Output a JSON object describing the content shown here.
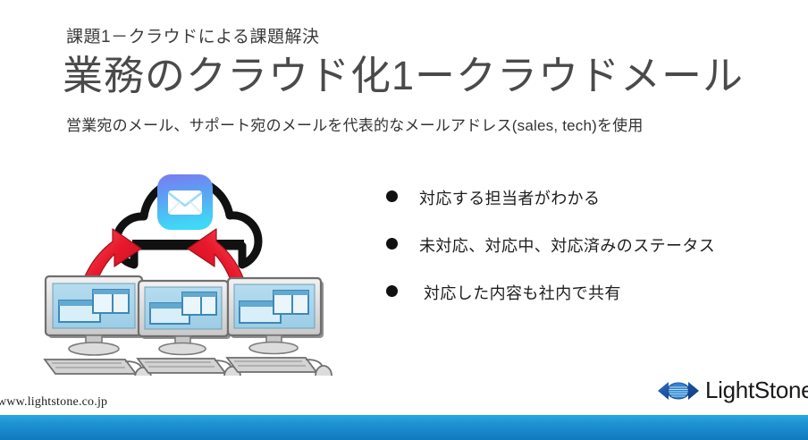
{
  "slide": {
    "kicker": "課題1－クラウドによる課題解決",
    "title": "業務のクラウド化1ークラウドメール",
    "subtitle": "営業宛のメール、サポート宛のメールを代表的なメールアドレス(sales, tech)を使用"
  },
  "bullets": [
    {
      "text": "対応する担当者がわかる"
    },
    {
      "text": "未対応、対応中、対応済みのステータス"
    },
    {
      "text": "対応した内容も社内で共有"
    }
  ],
  "graphic": {
    "cloud_label": "cloud",
    "mail_icon_label": "mail-app-icon",
    "arrow_left_label": "red-arrow-up-left",
    "arrow_right_label": "red-arrow-up-right",
    "computers": [
      "desktop-computer-1",
      "desktop-computer-2",
      "desktop-computer-3"
    ]
  },
  "footer": {
    "url": "www.lightstone.co.jp",
    "logo_text": "LightStone",
    "logo_registered": "®"
  },
  "colors": {
    "bar_top": "#2ba8e0",
    "bar_bottom": "#1279bd",
    "title_gray": "#4a4a4a",
    "mail_icon_top": "#6e8cf0",
    "mail_icon_bottom": "#3fd6f5",
    "arrow_red": "#e8192c",
    "screen_blue": "#a9d4ea"
  }
}
